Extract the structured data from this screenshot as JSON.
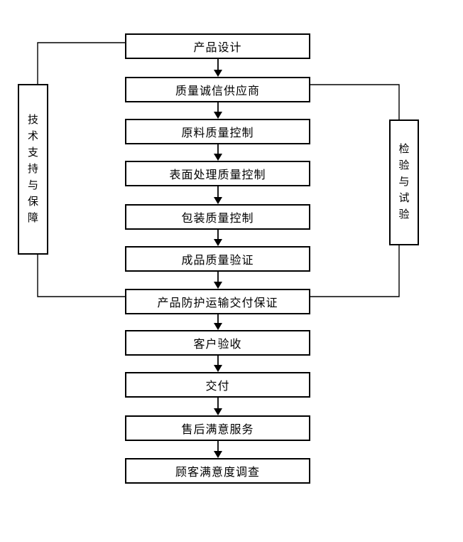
{
  "diagram": {
    "type": "flowchart",
    "flow_steps": [
      {
        "label": "产品设计"
      },
      {
        "label": "质量诚信供应商"
      },
      {
        "label": "原料质量控制"
      },
      {
        "label": "表面处理质量控制"
      },
      {
        "label": "包装质量控制"
      },
      {
        "label": "成品质量验证"
      },
      {
        "label": "产品防护运输交付保证"
      },
      {
        "label": "客户验收"
      },
      {
        "label": "交付"
      },
      {
        "label": "售后满意服务"
      },
      {
        "label": "顾客满意度调查"
      }
    ],
    "side_panels": {
      "left": {
        "label": "技术支持与保障"
      },
      "right": {
        "label": "检验与试验"
      }
    },
    "colors": {
      "line": "#000000",
      "border": "#000000",
      "text": "#000000",
      "background": "#ffffff"
    }
  }
}
